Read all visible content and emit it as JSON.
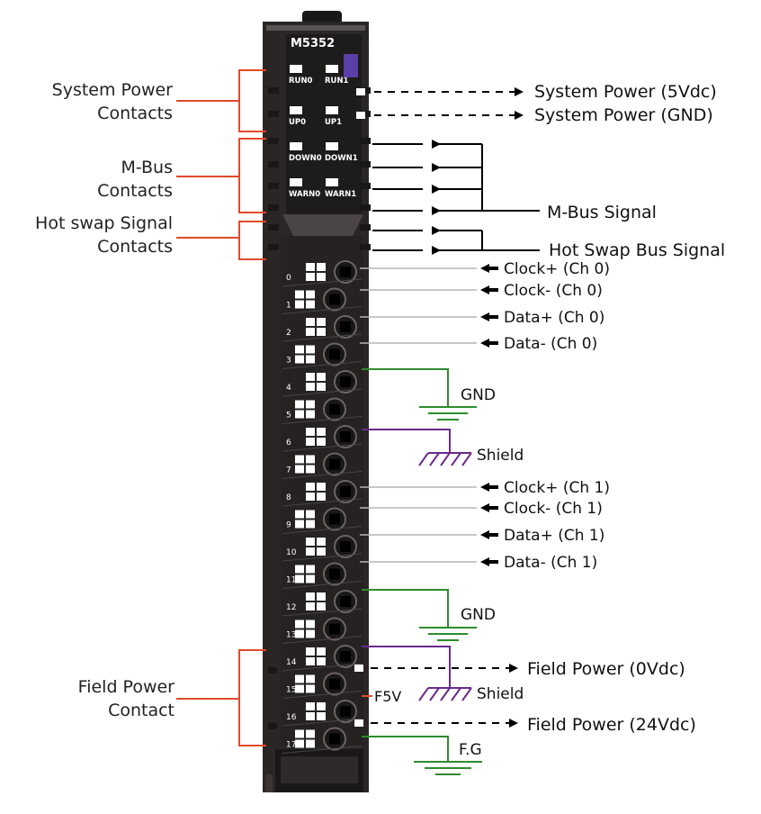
{
  "module": {
    "model": "M5352",
    "leds": [
      "RUN0",
      "RUN1",
      "UP0",
      "UP1",
      "DOWN0",
      "DOWN1",
      "WARN0",
      "WARN1"
    ],
    "terminal_numbers": [
      "0",
      "1",
      "2",
      "3",
      "4",
      "5",
      "6",
      "7",
      "8",
      "9",
      "10",
      "11",
      "12",
      "13",
      "14",
      "15",
      "16",
      "17"
    ],
    "f5v_label": "F5V"
  },
  "groups": {
    "system_power": [
      "System Power",
      "Contacts"
    ],
    "mbus": [
      "M-Bus",
      "Contacts"
    ],
    "hot_swap": [
      "Hot swap Signal",
      "Contacts"
    ],
    "field_power": [
      "Field Power",
      "Contact"
    ]
  },
  "signals": {
    "sys_5v": "System Power (5Vdc)",
    "sys_gnd": "System Power (GND)",
    "mbus": "M-Bus Signal",
    "hotswap": "Hot Swap Bus Signal",
    "ch0": [
      "Clock+ (Ch 0)",
      "Clock- (Ch 0)",
      "Data+ (Ch 0)",
      "Data- (Ch 0)"
    ],
    "ch1": [
      "Clock+ (Ch 1)",
      "Clock- (Ch 1)",
      "Data+ (Ch 1)",
      "Data- (Ch 1)"
    ],
    "gnd_a": "GND",
    "shield_a": "Shield",
    "gnd_b": "GND",
    "shield_b": "Shield",
    "field_0v": "Field Power (0Vdc)",
    "field_24v": "Field Power (24Vdc)",
    "fg": "F.G"
  },
  "colors": {
    "module_body": "#2b2626",
    "module_dark": "#1a1717",
    "bracket": "#e04a2a",
    "gnd_wire": "#2e8b2e",
    "shield_wire": "#6a2a8c",
    "signal_wire": "#b5b5b5",
    "led_accent": "#5a3fa8"
  }
}
